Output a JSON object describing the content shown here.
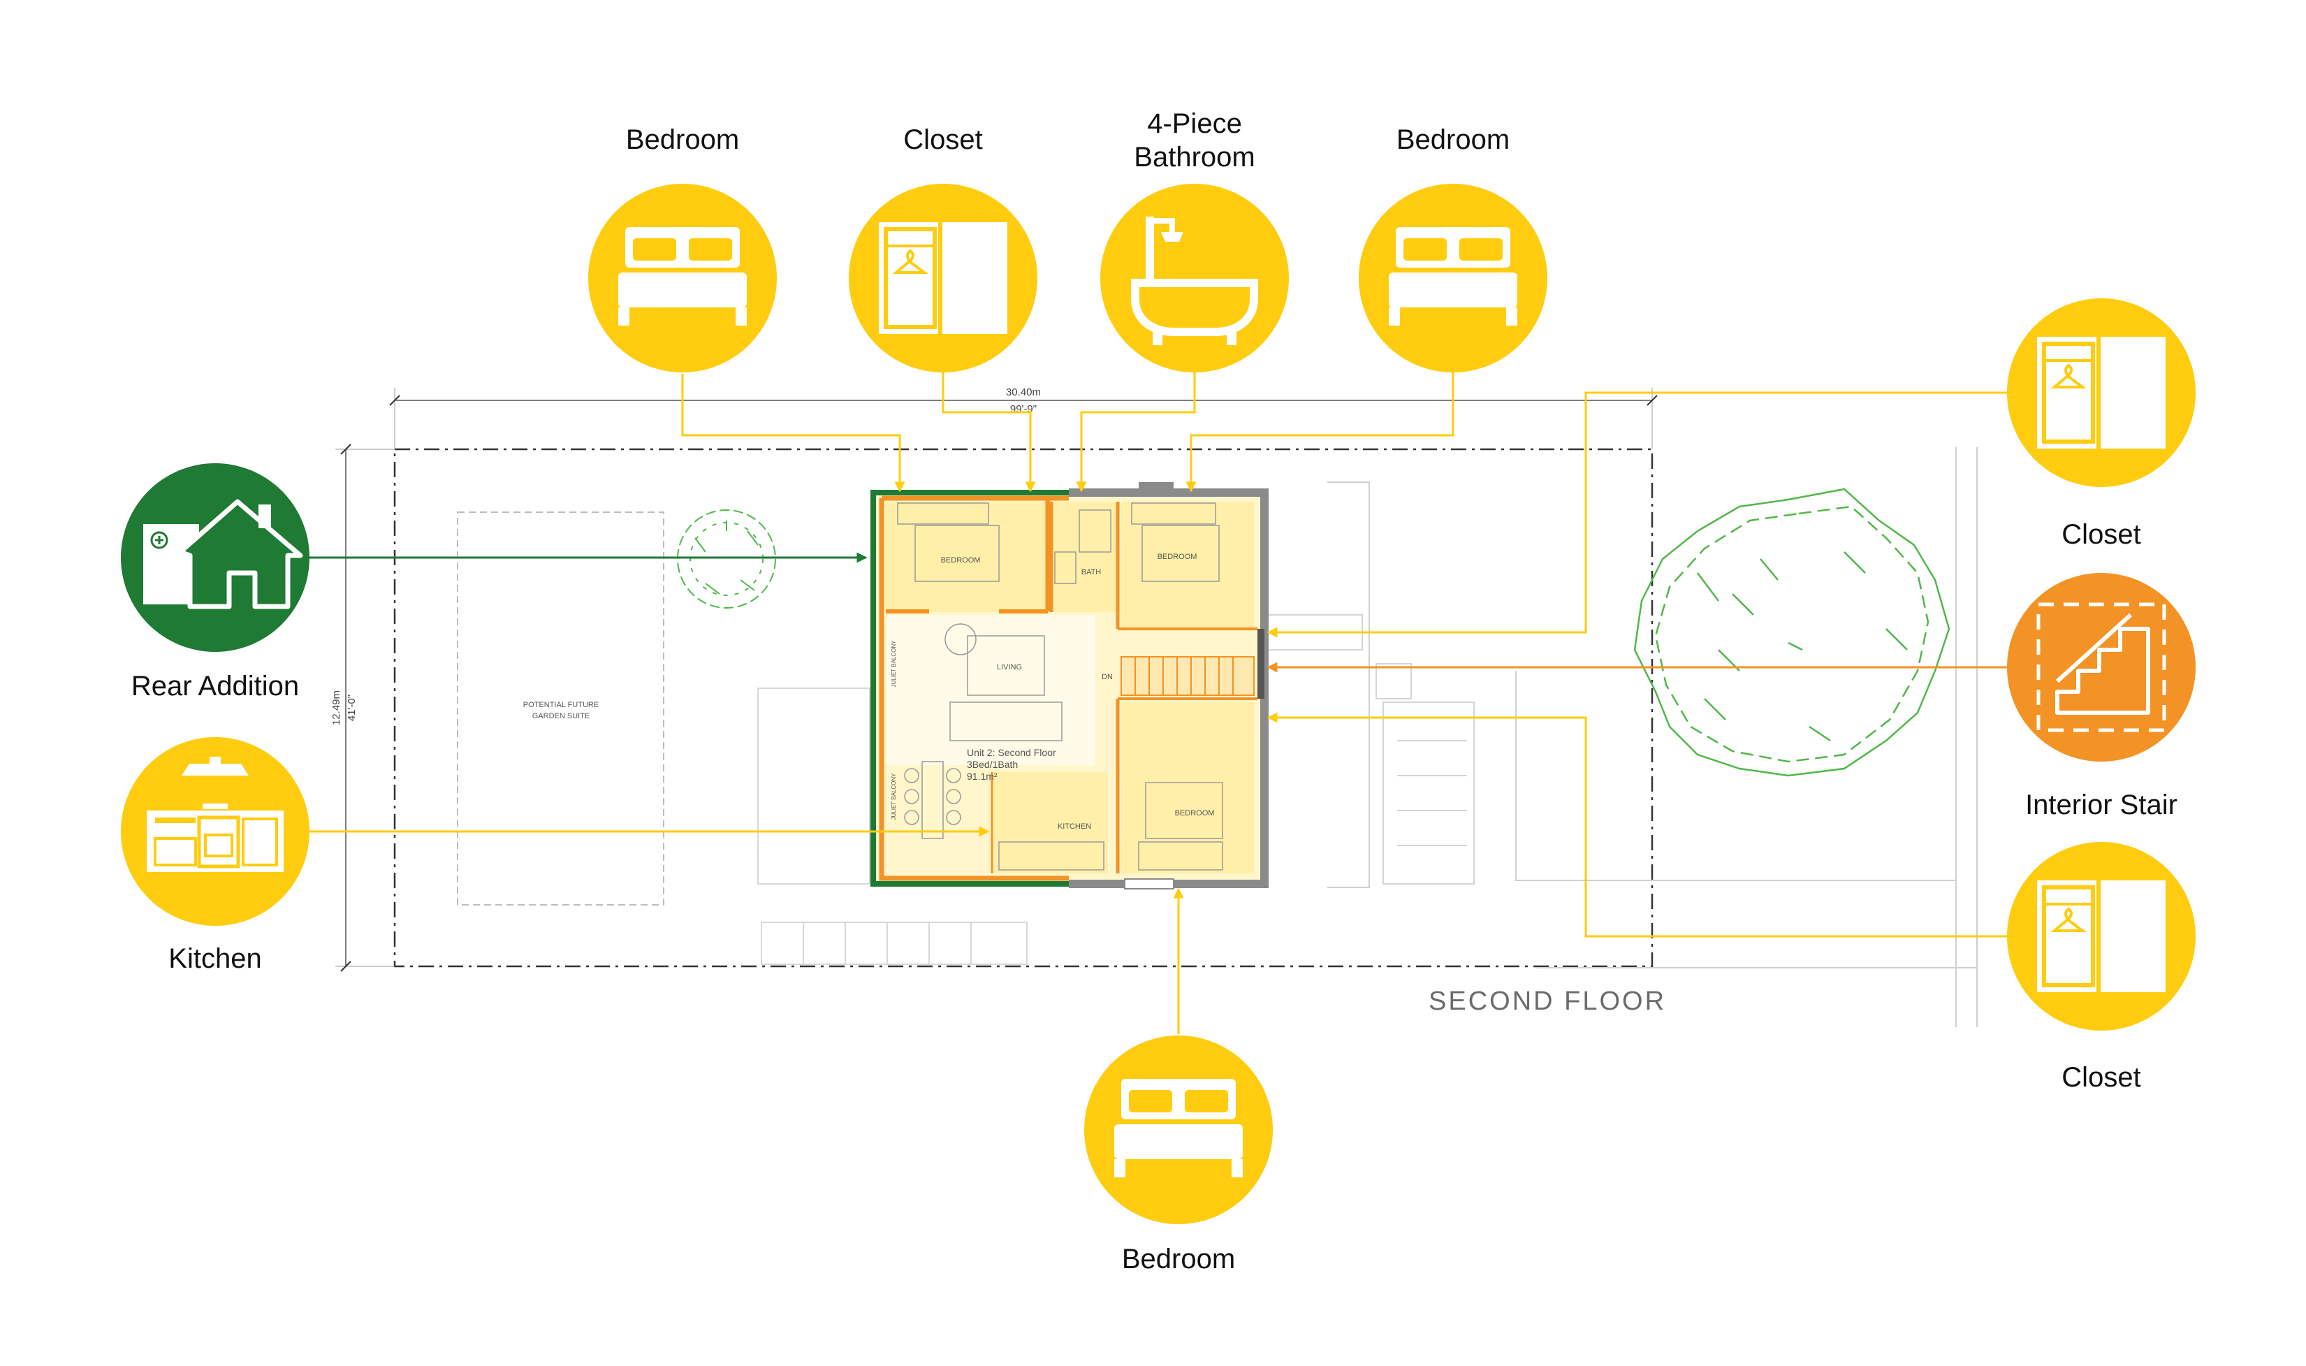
{
  "colors": {
    "yellow": "#FFCC0F",
    "green": "#1F7A34",
    "orange": "#F39325",
    "room_fill": "#FFF2B8",
    "wall": "#8A8A8A",
    "tree": "#4FB848"
  },
  "callouts": {
    "bedroom_top_left": {
      "label": "Bedroom",
      "icon": "bed-icon"
    },
    "closet_top": {
      "label": "Closet",
      "icon": "closet-icon"
    },
    "bathroom_top": {
      "label_line1": "4-Piece",
      "label_line2": "Bathroom",
      "icon": "bathtub-icon"
    },
    "bedroom_top_right": {
      "label": "Bedroom",
      "icon": "bed-icon"
    },
    "rear_addition": {
      "label": "Rear Addition",
      "icon": "house-addition-icon"
    },
    "kitchen": {
      "label": "Kitchen",
      "icon": "kitchen-icon"
    },
    "closet_right_top": {
      "label": "Closet",
      "icon": "closet-icon"
    },
    "interior_stair": {
      "label": "Interior Stair",
      "icon": "stair-icon"
    },
    "closet_right_bottom": {
      "label": "Closet",
      "icon": "closet-icon"
    },
    "bedroom_bottom": {
      "label": "Bedroom",
      "icon": "bed-icon"
    }
  },
  "plan": {
    "floor_label": "SECOND FLOOR",
    "width_metric": "30.40m",
    "width_imperial": "99'-9\"",
    "depth_metric": "12.49m",
    "depth_imperial": "41'-0\"",
    "garden_suite_line1": "POTENTIAL FUTURE",
    "garden_suite_line2": "GARDEN SUITE",
    "room_bedroom_1": "BEDROOM",
    "room_bath": "BATH",
    "room_bedroom_2": "BEDROOM",
    "room_living": "LIVING",
    "room_bedroom_3": "BEDROOM",
    "room_kitchen": "KITCHEN",
    "balcony_1": "JULIET BALCONY",
    "balcony_2": "JULIET BALCONY",
    "stair_mark": "DN",
    "unit_line1": "Unit 2: Second Floor",
    "unit_line2": "3Bed/1Bath",
    "unit_line3": "91.1m²"
  }
}
